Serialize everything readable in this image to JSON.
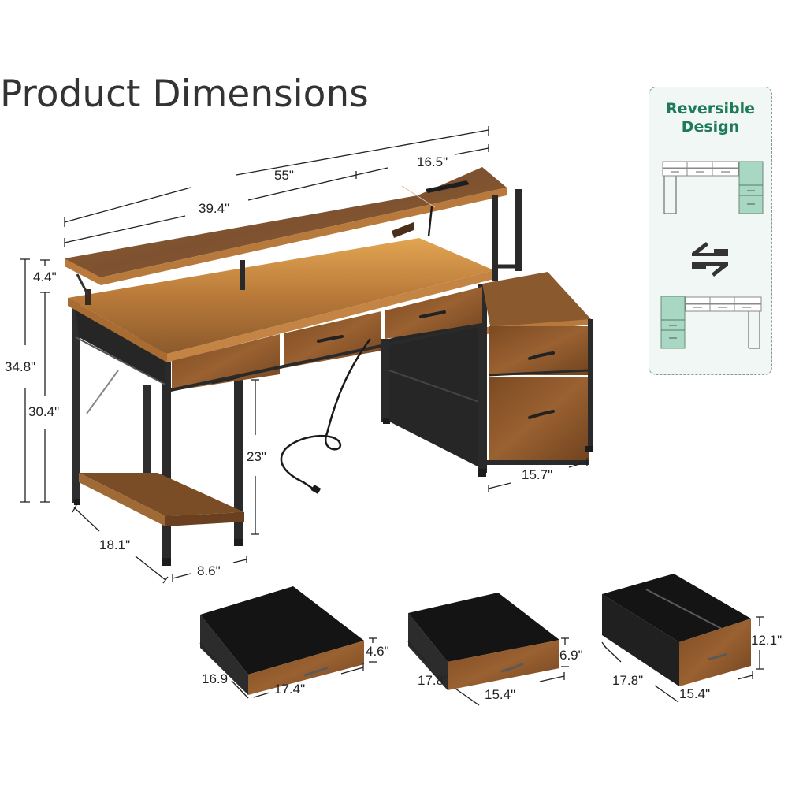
{
  "header": {
    "title": "Product Dimensions"
  },
  "desk": {
    "dimensions": {
      "total_width": "55\"",
      "desk_width": "39.4\"",
      "stand_extension_width": "16.5\"",
      "monitor_stand_height": "4.4\"",
      "total_height": "34.8\"",
      "desk_height": "30.4\"",
      "knee_clearance_height": "23\"",
      "depth": "18.1\"",
      "shelf_width": "8.6\"",
      "cabinet_width": "15.7\""
    }
  },
  "drawers": [
    {
      "name": "small-drawer",
      "depth": "16.9\"",
      "width": "17.4\"",
      "height": "4.6\""
    },
    {
      "name": "medium-drawer",
      "depth": "17.8\"",
      "width": "15.4\"",
      "height": "6.9\""
    },
    {
      "name": "large-file-drawer",
      "depth": "17.8\"",
      "width": "15.4\"",
      "height": "12.1\""
    }
  ],
  "reversible_panel": {
    "title_line1": "Reversible",
    "title_line2": "Design",
    "icon": "swap-arrows-icon",
    "accent_color": "#1f7a58",
    "highlight_color": "#a8d8c4"
  },
  "colors": {
    "wood": "#8a5428",
    "wood_light": "#b37a3e",
    "frame": "#2b2b2b",
    "text": "#333333"
  }
}
